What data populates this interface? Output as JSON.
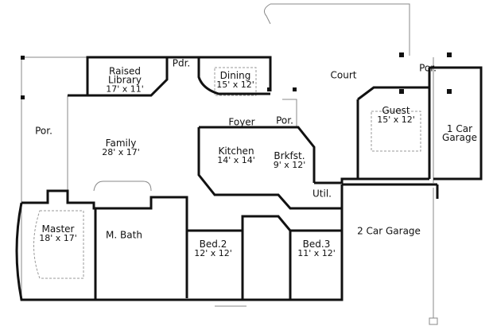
{
  "rooms": {
    "library": {
      "name": "Raised Library",
      "name1": "Raised",
      "name2": "Library",
      "dims": "17' x 11'"
    },
    "powder": {
      "name": "Pdr."
    },
    "dining": {
      "name": "Dining",
      "dims": "15' x 12'"
    },
    "court": {
      "name": "Court"
    },
    "porch_right": {
      "name": "Por."
    },
    "porch_left": {
      "name": "Por."
    },
    "porch_front": {
      "name": "Por."
    },
    "family": {
      "name": "Family",
      "dims": "28' x 17'"
    },
    "foyer": {
      "name": "Foyer"
    },
    "guest": {
      "name": "Guest",
      "dims": "15' x 12'"
    },
    "garage1": {
      "name": "1 Car Garage",
      "name1": "1 Car",
      "name2": "Garage"
    },
    "kitchen": {
      "name": "Kitchen",
      "dims": "14' x 14'"
    },
    "breakfast": {
      "name": "Brkfst.",
      "dims": "9' x 12'"
    },
    "utility": {
      "name": "Util."
    },
    "master": {
      "name": "Master",
      "dims": "18' x 17'"
    },
    "master_bath": {
      "name": "M. Bath"
    },
    "garage2": {
      "name": "2 Car Garage"
    },
    "bed2": {
      "name": "Bed.2",
      "dims": "12' x 12'"
    },
    "bed3": {
      "name": "Bed.3",
      "dims": "11' x 12'"
    }
  },
  "colors": {
    "wall": "#111111",
    "thin": "#888888",
    "dashed": "#999999"
  }
}
